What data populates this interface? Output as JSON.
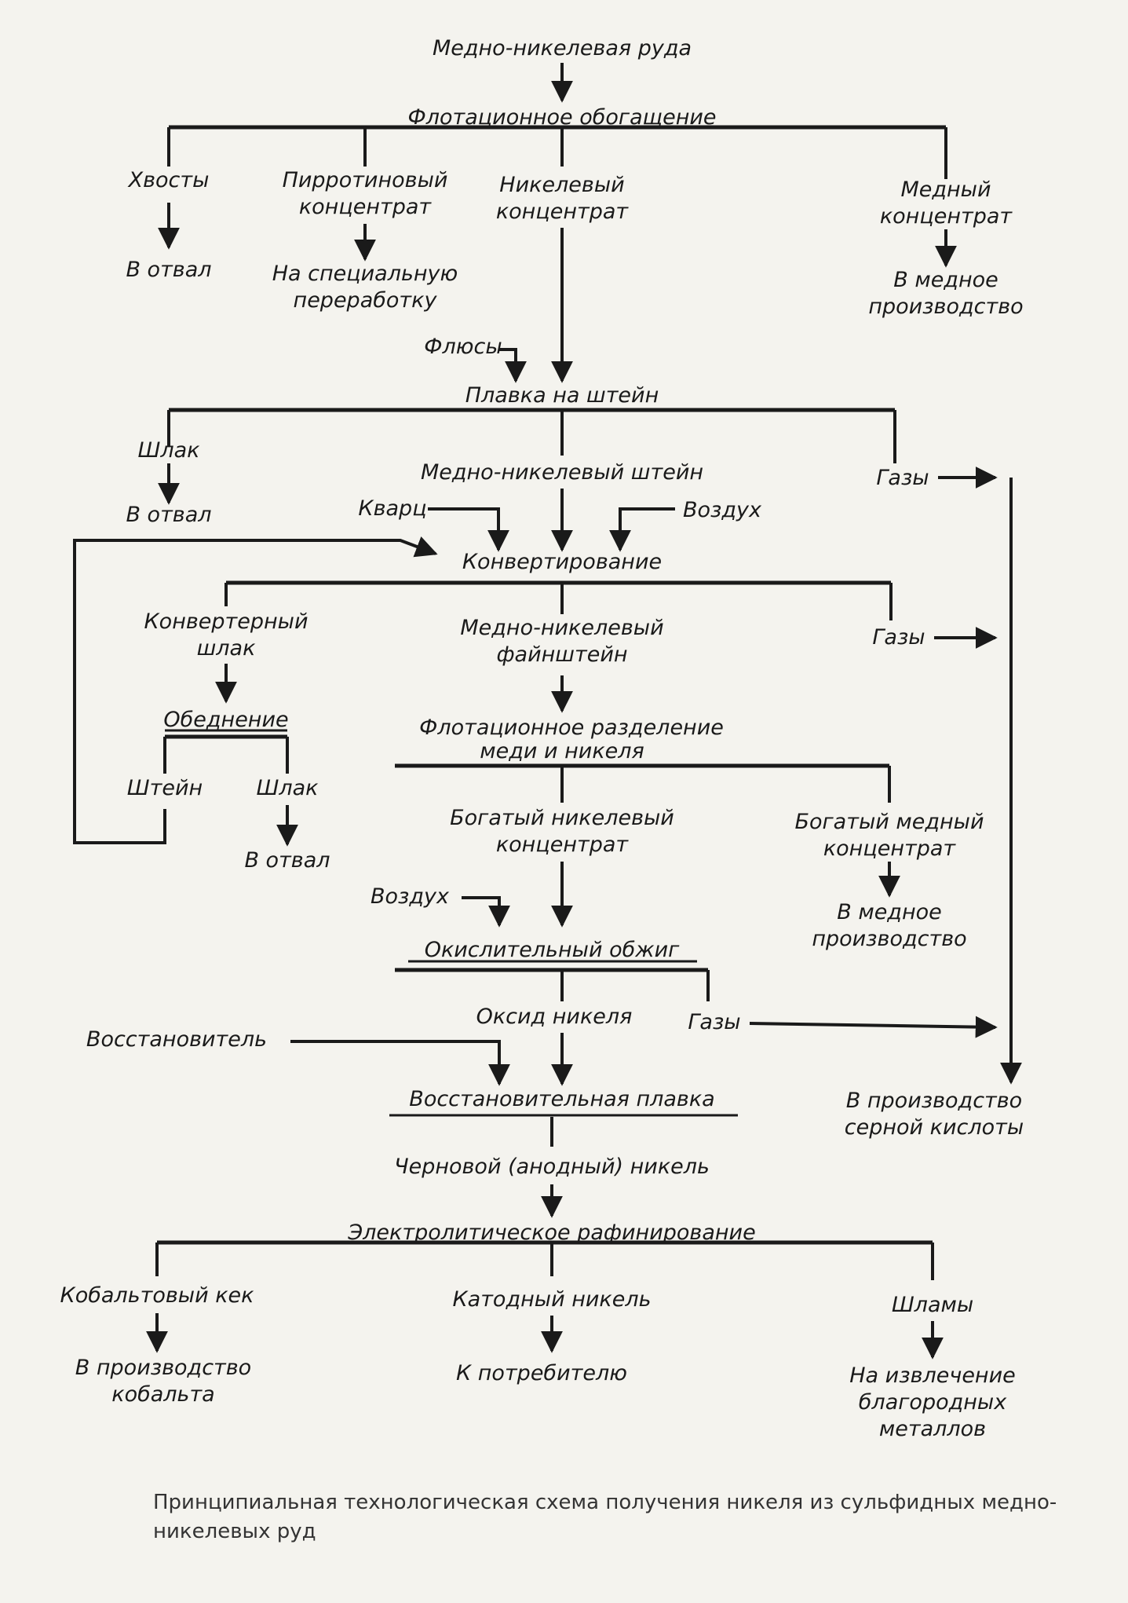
{
  "nodes": {
    "ore": "Медно-никелевая руда",
    "flotation": "Флотационное обогащение",
    "tails": "Хвосты",
    "tails_dump": "В отвал",
    "pyrrhotite": [
      "Пирротиновый",
      "концентрат"
    ],
    "special_processing": [
      "На специальную",
      "переработку"
    ],
    "nickel_conc": [
      "Никелевый",
      "концентрат"
    ],
    "copper_conc": [
      "Медный",
      "концентрат"
    ],
    "copper_prod_1": [
      "В медное",
      "производство"
    ],
    "fluxes": "Флюсы",
    "matte_smelting": "Плавка на штейн",
    "slag": "Шлак",
    "slag_dump": "В отвал",
    "cu_ni_matte": "Медно-никелевый штейн",
    "gases_1": "Газы",
    "quartz": "Кварц",
    "air_1": "Воздух",
    "converting": "Конвертирование",
    "converter_slag": [
      "Конвертерный",
      "шлак"
    ],
    "cu_ni_fine_matte": [
      "Медно-никелевый",
      "файнштейн"
    ],
    "gases_2": "Газы",
    "depletion": "Обеднение",
    "matte": "Штейн",
    "slag_2": "Шлак",
    "slag_2_dump": "В отвал",
    "flotation_separation": [
      "Флотационное разделение",
      "меди и никеля"
    ],
    "rich_ni_conc": [
      "Богатый никелевый",
      "концентрат"
    ],
    "rich_cu_conc": [
      "Богатый медный",
      "концентрат"
    ],
    "copper_prod_2": [
      "В медное",
      "производство"
    ],
    "air_2": "Воздух",
    "oxidizing_roast": "Окислительный обжиг",
    "nickel_oxide": "Оксид никеля",
    "gases_3": "Газы",
    "reductant": "Восстановитель",
    "reduction_smelting": "Восстановительная плавка",
    "sulfuric_acid": [
      "В производство",
      "серной кислоты"
    ],
    "crude_nickel": "Черновой (анодный) никель",
    "electrorefining": "Электролитическое рафинирование",
    "cobalt_cake": "Кобальтовый кек",
    "cathode_nickel": "Катодный никель",
    "slimes": "Шламы",
    "cobalt_prod": [
      "В производство",
      "кобальта"
    ],
    "to_consumer": "К потребителю",
    "precious_metals": [
      "На извлечение",
      "благородных",
      "металлов"
    ]
  },
  "caption": "Принципиальная технологическая схема получения никеля из сульфидных медно-никелевых руд"
}
